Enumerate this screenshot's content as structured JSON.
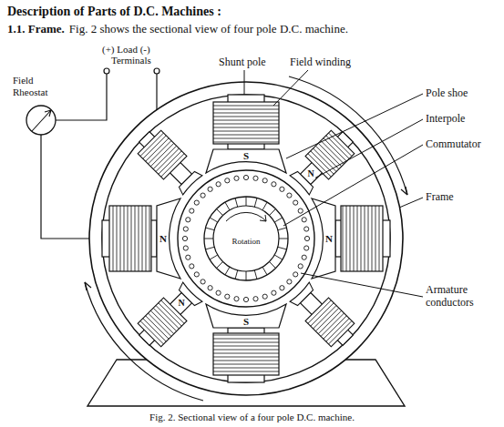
{
  "diagram": {
    "title": "Description of Parts of D.C. Machines :",
    "caption": "Fig. 2. Sectional view of a four pole D.C. machine.",
    "labels": [
      "1.1. Frame.",
      "Fig. 2 shows the sectional view of four pole D.C. machine.",
      "(+) Load (-)",
      "Terminals",
      "Field Rheostat",
      "Shunt pole",
      "Field winding",
      "Pole shoe",
      "Interpole",
      "Commutator",
      "Frame",
      "Armature conductors",
      "S",
      "N",
      "S",
      "N",
      "N",
      "N",
      "Rotation"
    ]
  }
}
